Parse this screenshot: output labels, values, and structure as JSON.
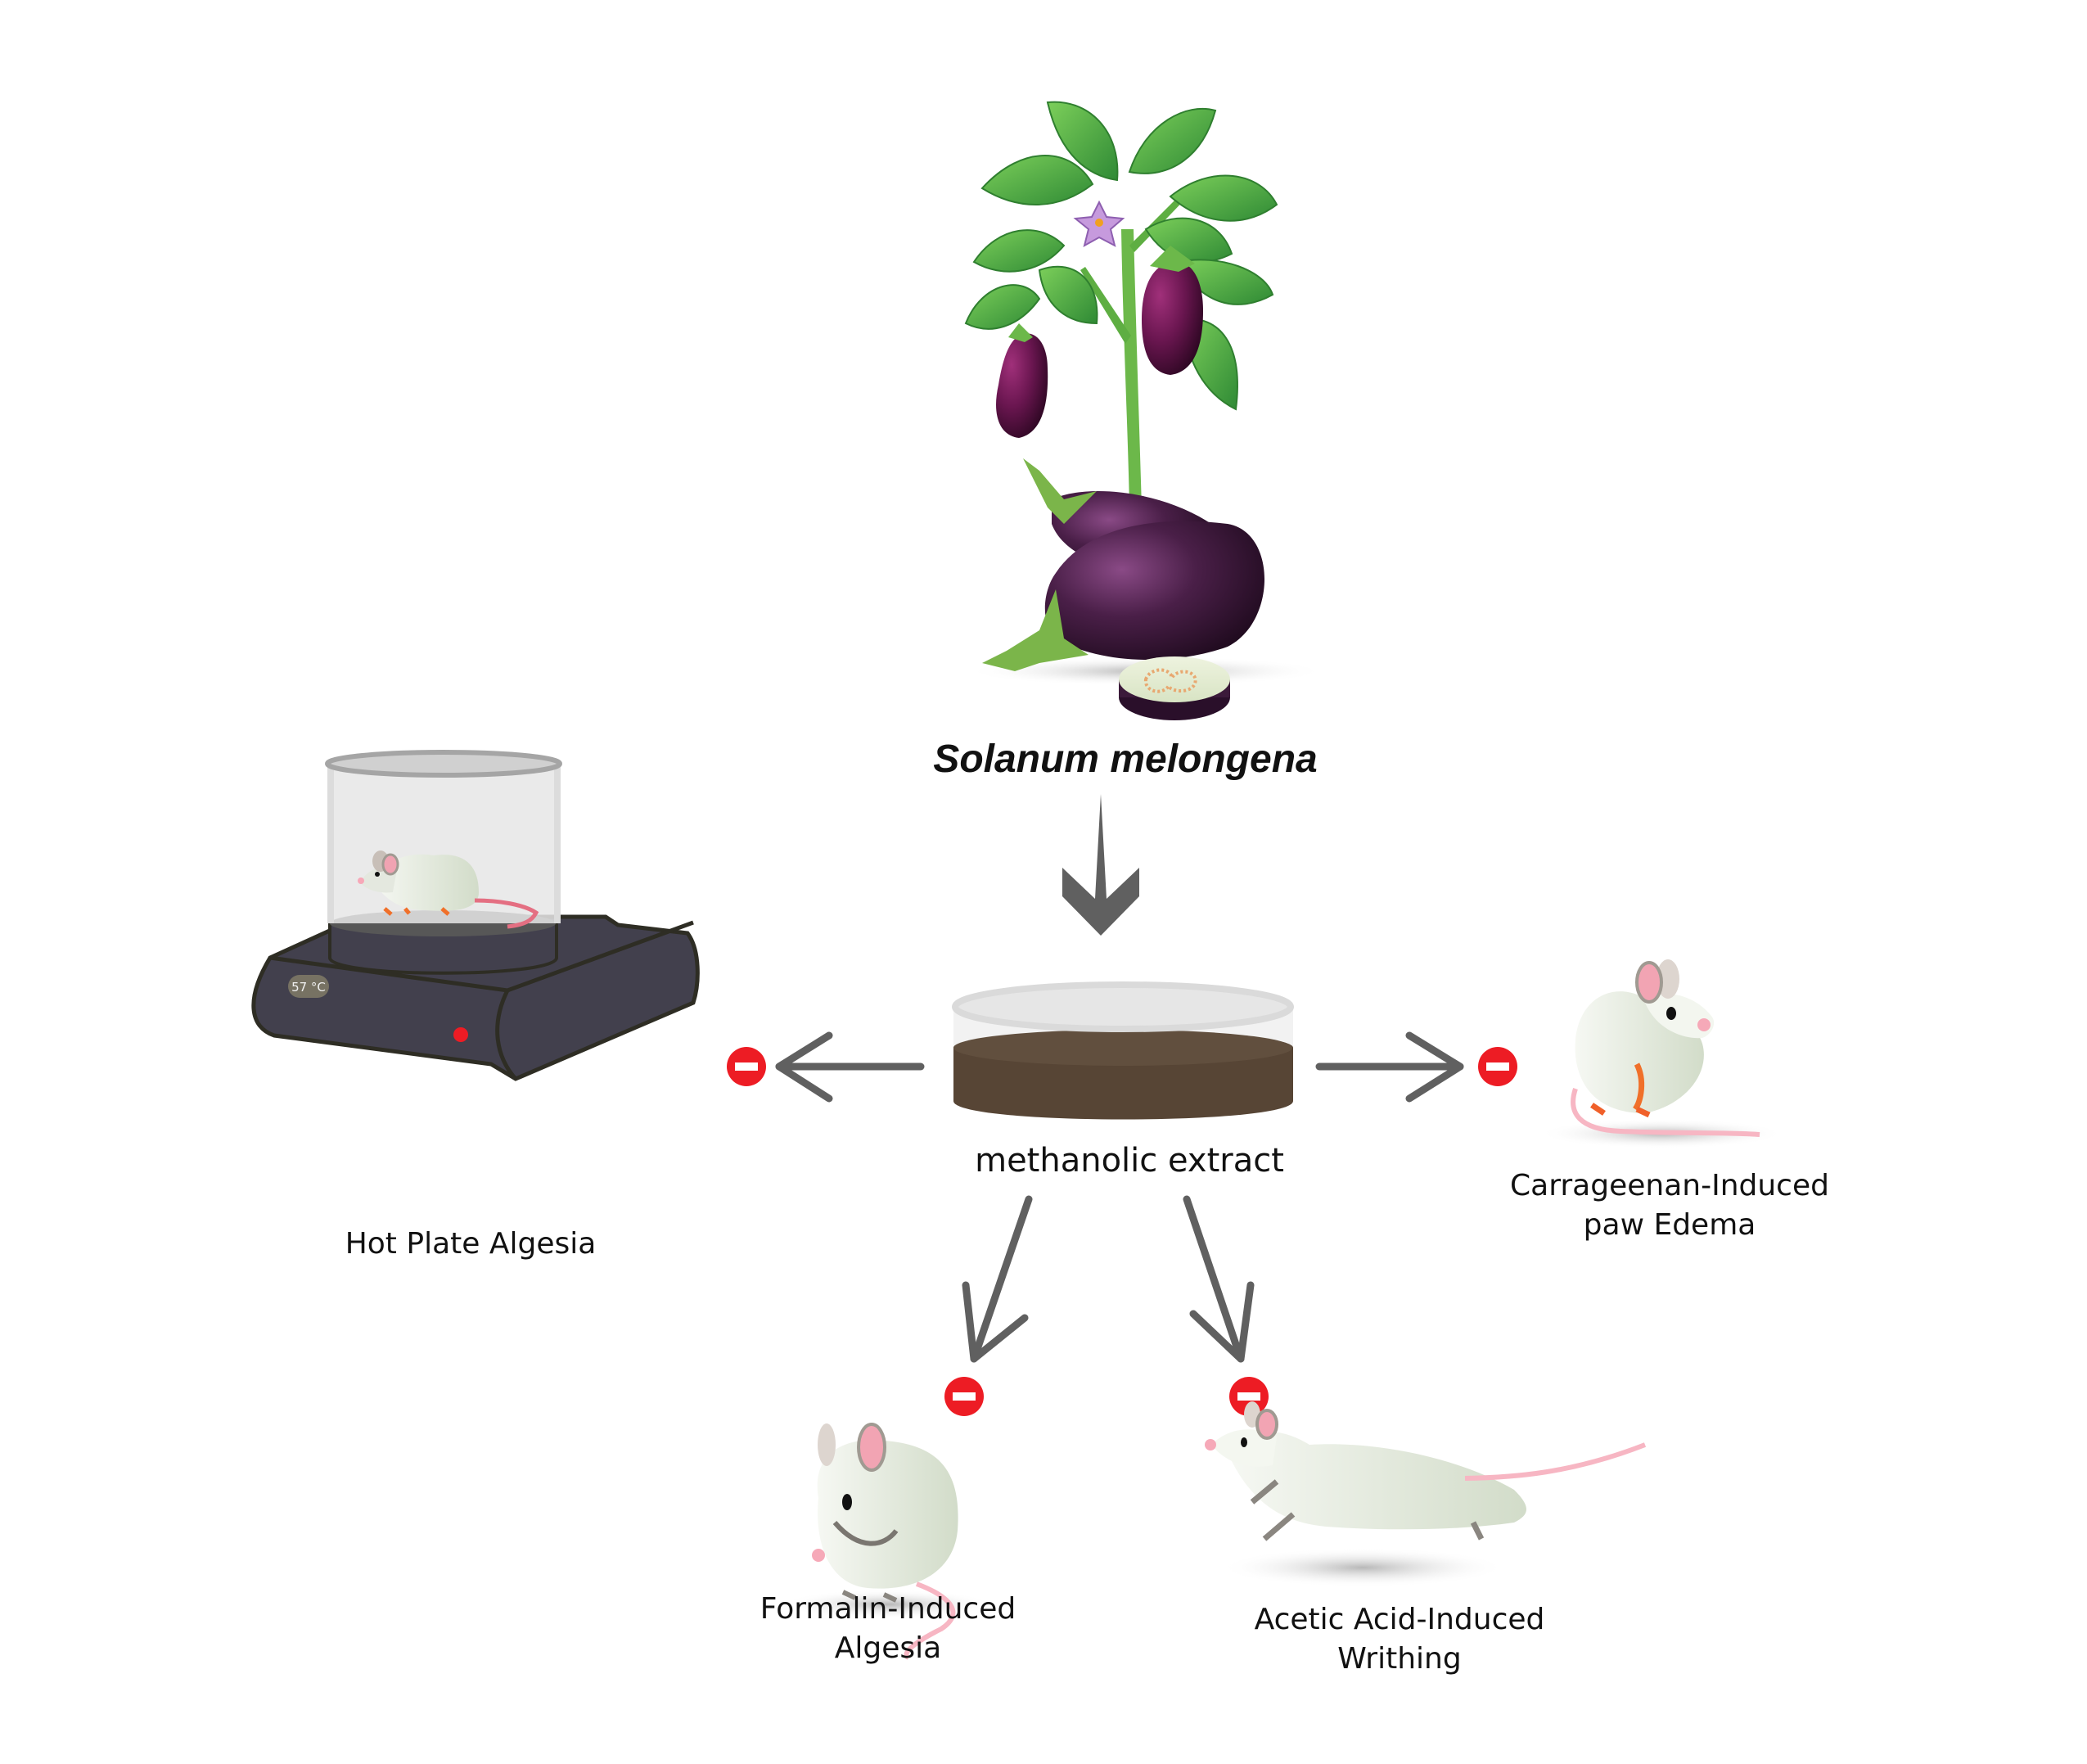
{
  "diagram": {
    "source": {
      "name": "Solanum melongena",
      "icon": "eggplant-plant-icon"
    },
    "process_arrow": "down-arrow-icon",
    "extract": {
      "label": "methanolic extract",
      "icon": "petri-dish-icon",
      "colors": {
        "liquid": "#574535",
        "liquid_top": "#614f3e",
        "glass": "#e2e2e2"
      }
    },
    "inhibition_marker": {
      "icon": "minus-circle-icon",
      "color": "#ed1c24"
    },
    "arrow_color": "#606060",
    "assays": [
      {
        "id": "hot-plate",
        "lines": [
          "Hot Plate Algesia"
        ],
        "icon": "hot-plate-mouse-icon",
        "display": "57 °C",
        "effect": "inhibited"
      },
      {
        "id": "carrageenan",
        "lines": [
          "Carrageenan-Induced",
          "paw Edema"
        ],
        "icon": "sitting-mouse-icon",
        "effect": "inhibited"
      },
      {
        "id": "formalin",
        "lines": [
          "Formalin-Induced",
          "Algesia"
        ],
        "icon": "crouching-mouse-icon",
        "effect": "inhibited"
      },
      {
        "id": "acetic-acid",
        "lines": [
          "Acetic Acid-Induced",
          "Writhing"
        ],
        "icon": "stretching-mouse-icon",
        "effect": "inhibited"
      }
    ]
  }
}
